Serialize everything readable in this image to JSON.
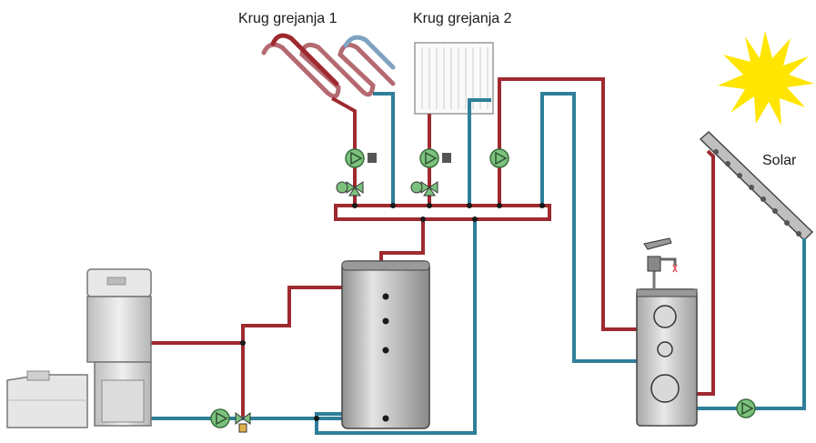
{
  "labels": {
    "circuit_1": "Krug grejanja 1",
    "circuit_2": "Krug grejanja 2",
    "solar": "Solar"
  },
  "colors": {
    "supply_pipe": "#9e2a30",
    "return_pipe": "#2f7f9a",
    "pump_green": "#7cc27e",
    "sun": "#ffe500",
    "equipment_gray": "#c9c9c9"
  },
  "icons": [
    "sun-icon",
    "pump-icon",
    "valve-icon",
    "radiator-icon",
    "faucet-icon",
    "controller-icon"
  ]
}
